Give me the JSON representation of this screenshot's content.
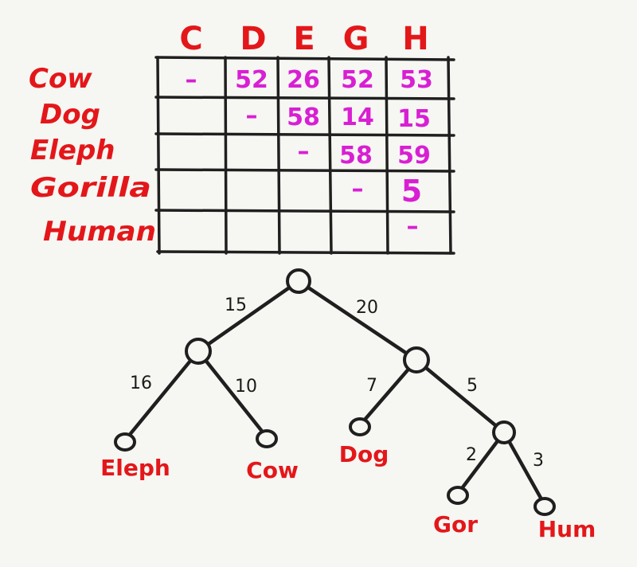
{
  "matrix": {
    "columns": [
      "C",
      "D",
      "E",
      "G",
      "H"
    ],
    "rows": [
      "Cow",
      "Dog",
      "Eleph",
      "Gorilla",
      "Human"
    ],
    "cells": [
      [
        "–",
        "52",
        "26",
        "52",
        "53"
      ],
      [
        "",
        "–",
        "58",
        "14",
        "15"
      ],
      [
        "",
        "",
        "–",
        "58",
        "59"
      ],
      [
        "",
        "",
        "",
        "–",
        "5"
      ],
      [
        "",
        "",
        "",
        "",
        "–"
      ]
    ]
  },
  "tree": {
    "edge_labels": [
      "15",
      "20",
      "16",
      "10",
      "7",
      "5",
      "2",
      "3"
    ],
    "leaves": [
      "Eleph",
      "Cow",
      "Dog",
      "Gor",
      "Hum"
    ]
  },
  "colors": {
    "labels": "#e3171a",
    "distances": "#d81fd3",
    "ink": "#1f1f1f",
    "background": "#f6f6f2"
  }
}
